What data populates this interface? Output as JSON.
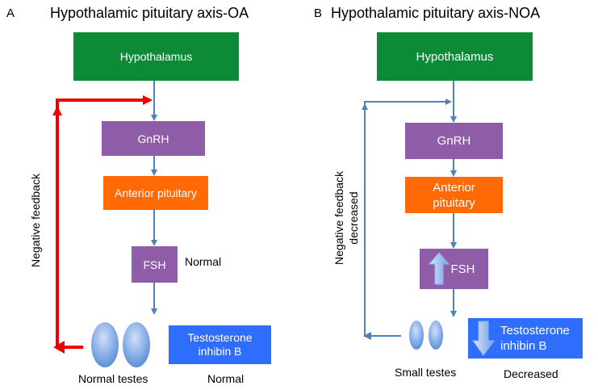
{
  "panel_a": {
    "letter": "A",
    "title": "Hypothalamic pituitary axis-OA",
    "hypothalamus": "Hypothalamus",
    "gnrh": "GnRH",
    "anterior_pituitary": "Anterior pituitary",
    "fsh": "FSH",
    "fsh_status": "Normal",
    "hormones": "Testosterone inhibin B",
    "hormones_line1": "Testosterone",
    "hormones_line2": "inhibin B",
    "hormones_status": "Normal",
    "testes_label": "Normal testes",
    "feedback_label": "Negative feedback"
  },
  "panel_b": {
    "letter": "B",
    "title": "Hypothalamic pituitary axis-NOA",
    "hypothalamus": "Hypothalamus",
    "gnrh": "GnRH",
    "anterior_pituitary_line1": "Anterior",
    "anterior_pituitary_line2": "pituitary",
    "fsh": "FSH",
    "hormones_line1": "Testosterone",
    "hormones_line2": "inhibin B",
    "hormones_status": "Decreased",
    "testes_label": "Small testes",
    "feedback_line1": "Negative feedback",
    "feedback_line2": "decreased"
  },
  "colors": {
    "hypothalamus": "#0c8a36",
    "gnrh_fsh": "#8f5ca8",
    "pituitary": "#ff6a06",
    "hormones": "#2f6dfc",
    "arrow": "#4f81bd",
    "feedback_normal": "#ee0000"
  }
}
